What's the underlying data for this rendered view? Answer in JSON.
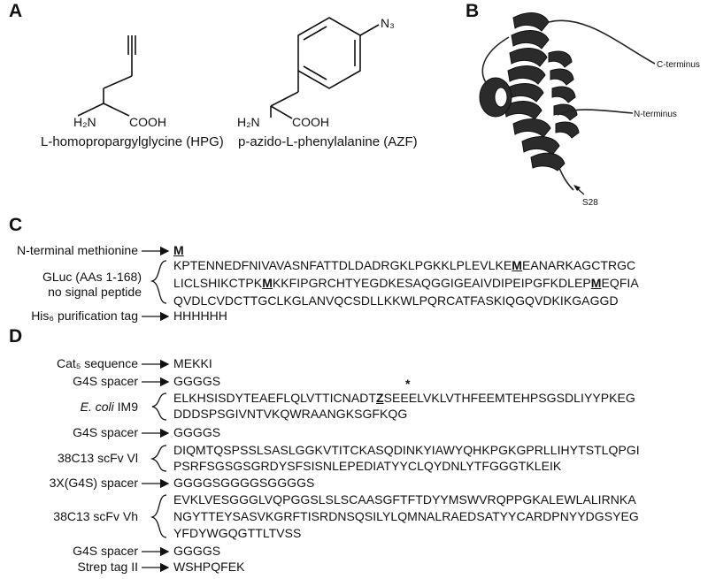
{
  "panels": {
    "a": "A",
    "b": "B",
    "c": "C",
    "d": "D"
  },
  "panel_a": {
    "hpg": {
      "h2n": "H₂N",
      "cooh": "COOH",
      "name": "L-homopropargylglycine (HPG)"
    },
    "azf": {
      "h2n": "H₂N",
      "cooh": "COOH",
      "n3": "N₃",
      "name": "p-azido-L-phenylalanine (AZF)"
    }
  },
  "panel_b": {
    "c_terminus": "C-terminus",
    "n_terminus": "N-terminus",
    "s28": "S28"
  },
  "panel_c": {
    "nterm_label": "N-terminal methionine",
    "nterm_seq": "M",
    "gluc_label_1": "GLuc (AAs 1-168)",
    "gluc_label_2": "no signal peptide",
    "gluc_line1": {
      "a": "KPTENNEDFNIVAVASNFATTDLDADRGKLPGKKLPLEVLKE",
      "m1": "M",
      "b": "EANARKAGCTRGC"
    },
    "gluc_line2": {
      "a": "LICLSHIKCTPK",
      "m1": "M",
      "b": "KKFIPGRCHTYEGDKESAQGGIGEAIVDIPEIPGFKDLEP",
      "m2": "M",
      "c": "EQFIA"
    },
    "gluc_line3": "QVDLCVDCTTGCLKGLANVQCSDLLKKWLPQRCATFASKIQGQVDKIKGAGGD",
    "his_label": "His₆ purification tag",
    "his_seq": "HHHHHH"
  },
  "panel_d": {
    "cat5_label": "Cat₅ sequence",
    "cat5_seq": "MEKKI",
    "g4s_label": "G4S spacer",
    "g4s_seq": "GGGGS",
    "im9_label_italic": "E. coli",
    "im9_label_rest": " IM9",
    "im9_line1": {
      "a": "ELKHSISDYTEAEFLQLVTTICNADT",
      "z": "Z",
      "b": "SEEELVKLVTHFEEMTEHPSGSDLIYYPKEG"
    },
    "im9_line2": "DDDSPSGIVNTVKQWRAANGKSGFKQG",
    "asterisk": "*",
    "vl_label": "38C13 scFv Vl",
    "vl_line1": "DIQMTQSPSSLSASLGGKVTITCKASQDINKYIAWYQHKPGKGPRLLIHYTSTLQPGI",
    "vl_line2": "PSRFSGSGSGRDYSFSISNLEPEDIATYYCLQYDNLYTFGGGTKLEIK",
    "spacer3_label": "3X(G4S) spacer",
    "spacer3_seq": "GGGGSGGGGSGGGGS",
    "vh_label": "38C13 scFv Vh",
    "vh_line1": "EVKLVESGGGLVQPGGSLSLSCAASGFTFTDYYMSWVRQPPGKALEWLALIRNKA",
    "vh_line2": "NGYTTEYSASVKGRFTISRDNSQSILYLQMNALRAEDSATYYCARDPNYYDGSYEG",
    "vh_line3": "YFDYWGQGTTLTVSS",
    "strep_label": "Strep tag II",
    "strep_seq": "WSHPQFEK"
  }
}
